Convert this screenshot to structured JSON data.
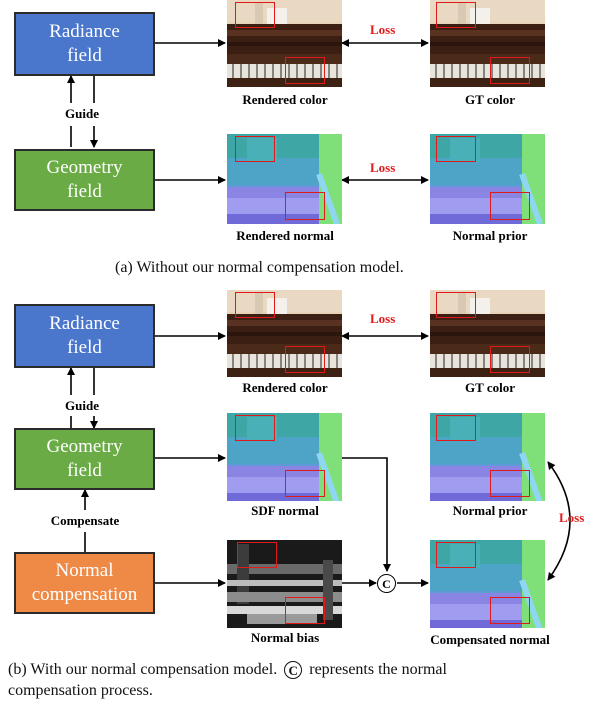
{
  "colors": {
    "radiance": "#4a76cc",
    "geometry": "#6aab45",
    "compensation": "#ef8a46",
    "loss": "#e01a1a"
  },
  "panel_a": {
    "radiance_line1": "Radiance",
    "radiance_line2": "field",
    "geometry_line1": "Geometry",
    "geometry_line2": "field",
    "guide": "Guide",
    "rendered_color": "Rendered color",
    "gt_color": "GT color",
    "rendered_normal": "Rendered normal",
    "normal_prior": "Normal prior",
    "loss_top": "Loss",
    "loss_bottom": "Loss",
    "caption": "(a) Without our normal compensation model."
  },
  "panel_b": {
    "radiance_line1": "Radiance",
    "radiance_line2": "field",
    "geometry_line1": "Geometry",
    "geometry_line2": "field",
    "compensation_line1": "Normal",
    "compensation_line2": "compensation",
    "guide": "Guide",
    "compensate": "Compensate",
    "rendered_color": "Rendered color",
    "gt_color": "GT color",
    "sdf_normal": "SDF normal",
    "normal_prior": "Normal  prior",
    "normal_bias": "Normal bias",
    "compensated_normal": "Compensated normal",
    "loss_top": "Loss",
    "loss_right": "Loss",
    "node": "C",
    "caption_before": "(b) With our normal compensation model.",
    "caption_symbol": "C",
    "caption_after": "represents the normal",
    "caption_line2": "compensation process."
  }
}
